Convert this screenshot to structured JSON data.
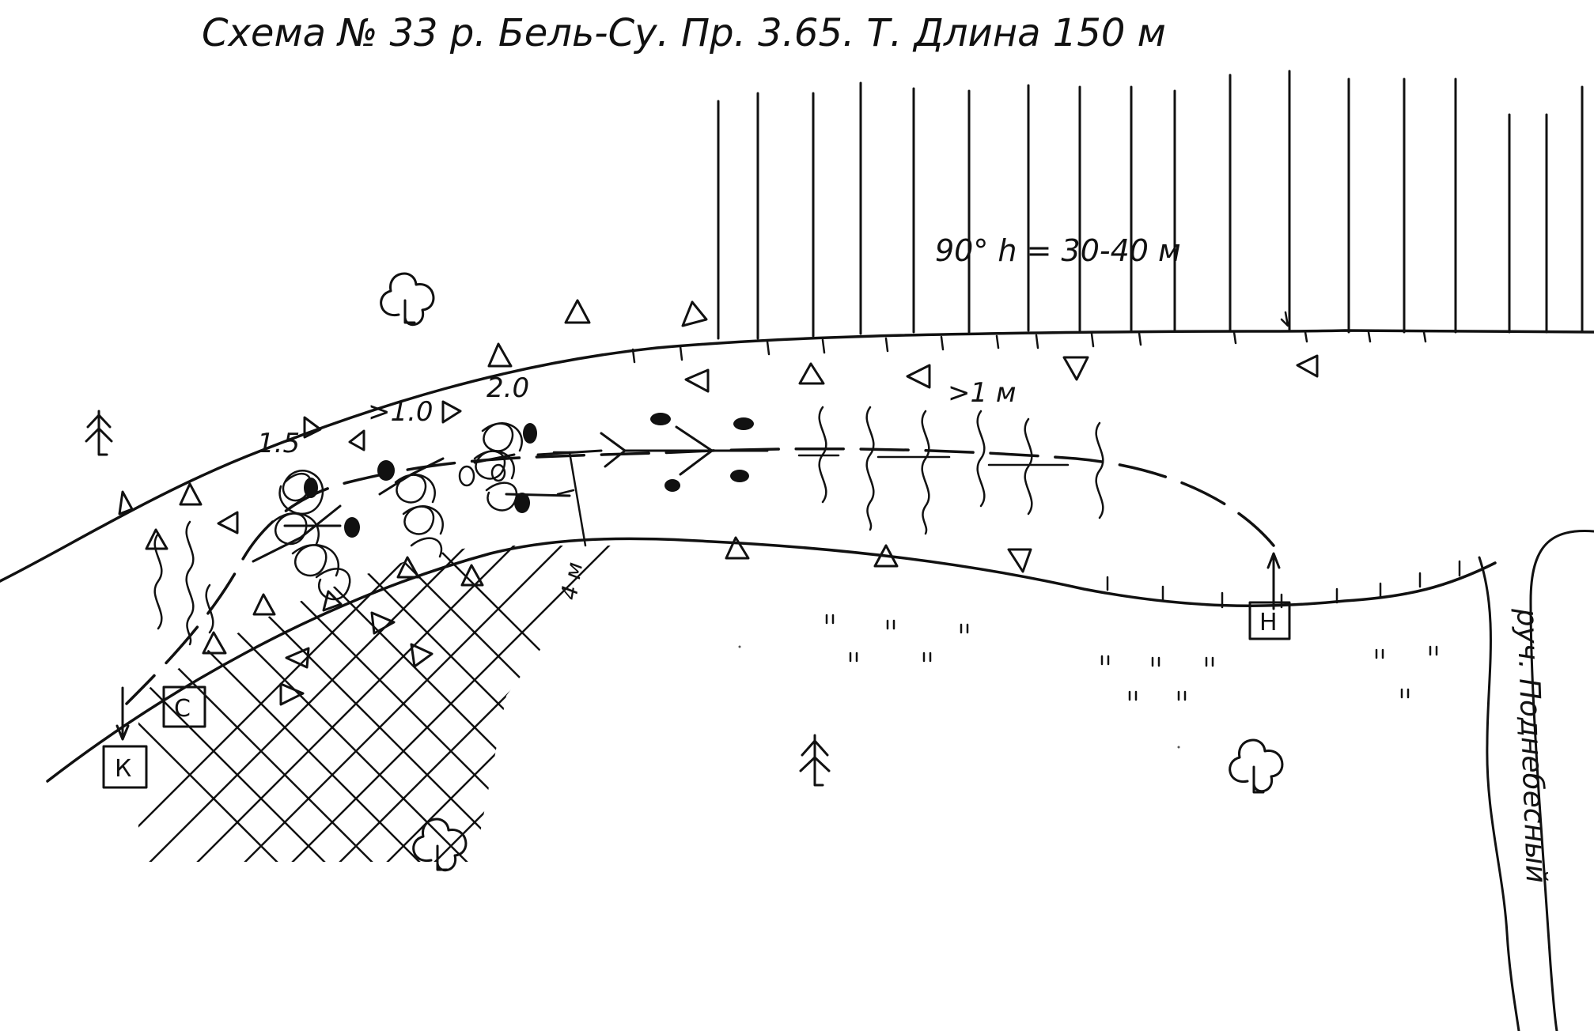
{
  "title": "Схема № 33 р. Бель-Су. Пр. 3.65. Т. Длина 150 м",
  "labels": {
    "cliff": "90°  h = 30-40 м",
    "pitch_1": "1.5",
    "pitch_2": ">1.0",
    "pitch_3": "2.0",
    "pitch_4": ">1 м",
    "width": "4 м",
    "stream": "руч. Поднебесный"
  },
  "points": {
    "start": "Н",
    "middle": "С",
    "end": "К"
  },
  "colors": {
    "ink": "#111111",
    "paper": "#ffffff"
  },
  "icons": [
    "deciduous-tree-icon",
    "conifer-tree-icon",
    "boulder-triangle-icon",
    "whirlpool-icon",
    "rock-dot-icon",
    "wave-icon",
    "grass-tuft-icon"
  ]
}
